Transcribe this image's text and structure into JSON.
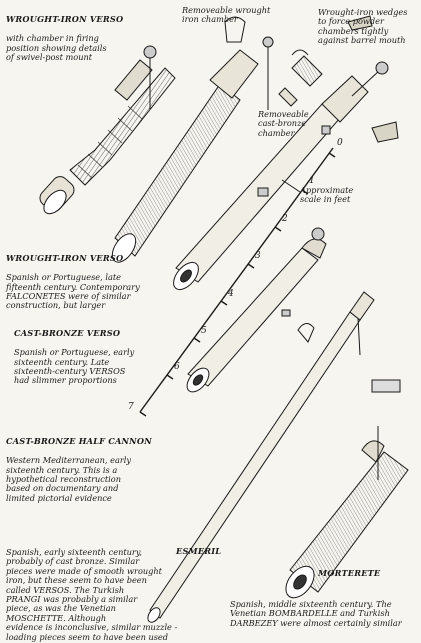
{
  "labels": {
    "wrought_iron_title": "WROUGHT-IRON VERSO",
    "wrought_iron_note": "with chamber in firing\nposition showing details\nof swivel-post mount",
    "removable_wrought": "Removeable wrought\niron chamber",
    "wedges": "Wrought-iron wedges\nto force powder\nchambers tightly\nagainst barrel mouth",
    "removable_bronze": "Removeable\ncast-bronze\nchamber",
    "approx_scale": "Approximate\nscale in feet",
    "verso_iron_title": "WROUGHT-IRON VERSO",
    "verso_iron_desc": "Spanish or Portuguese, late\nfifteenth century. Contemporary\nFALCONETES were of similar\nconstruction, but larger",
    "verso_bronze_title": "CAST-BRONZE VERSO",
    "verso_bronze_desc": "Spanish or Portuguese, early\nsixteenth century. Late\nsixteenth-century VERSOS\nhad slimmer proportions",
    "half_cannon_title": "CAST-BRONZE HALF CANNON",
    "half_cannon_desc": "Western Mediterranean, early\nsixteenth century. This is a\nhypothetical reconstruction\nbased on documentary and\nlimited pictorial evidence",
    "esmeril_title": "ESMERIL",
    "esmeril_desc": "Spanish, early sixteenth century,\nprobably of cast bronze. Similar\npieces were made of smooth wrought\niron, but these seem to have been\ncalled VERSOS. The Turkish\nPRANGI was probably a similar\npiece, as was the Venetian\nMOSCHETTE. Although\nevidence is inconclusive, similar muzzle -\nloading pieces seem to have been used",
    "morterete_title": "MORTERETE",
    "morterete_desc": "Spanish, middle sixteenth century. The\nVenetian BOMBARDELLE and Turkish\nDARBEZEY were almost certainly similar"
  },
  "scale_marks": [
    "0",
    "1",
    "2",
    "3",
    "4",
    "5",
    "6",
    "7"
  ],
  "colors": {
    "ink": "#1a1a1a",
    "paper": "#f7f5ef",
    "shade": "#9a9a92"
  }
}
